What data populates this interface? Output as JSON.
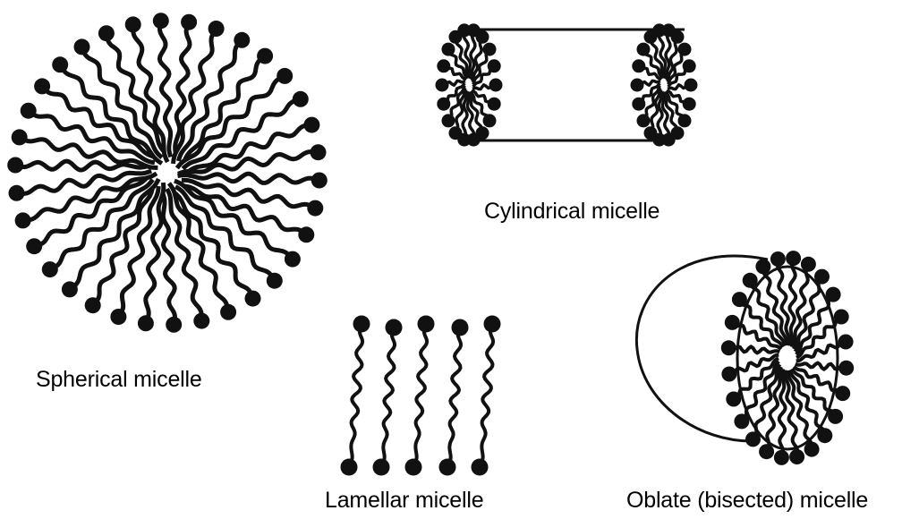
{
  "labels": {
    "spherical": "Spherical micelle",
    "cylindrical": "Cylindrical micelle",
    "lamellar": "Lamellar micelle",
    "oblate": "Oblate (bisected) micelle"
  },
  "colors": {
    "ink": "#111111",
    "background": "#ffffff"
  }
}
